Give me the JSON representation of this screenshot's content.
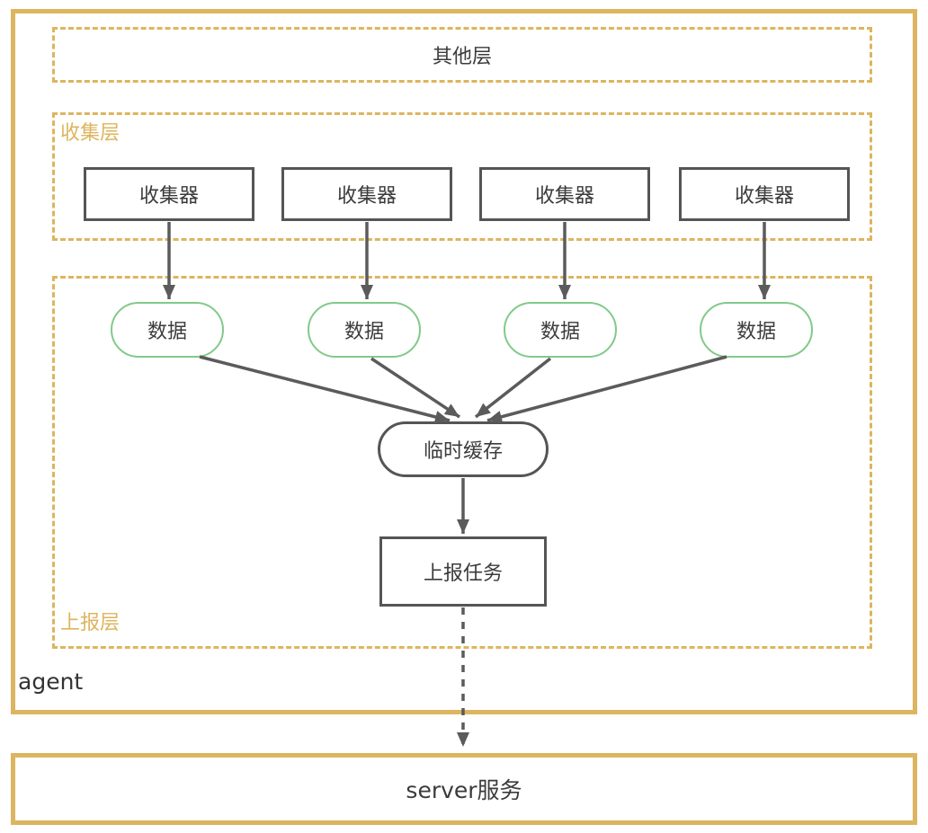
{
  "diagram": {
    "outer_label": "agent",
    "server_box": {
      "label": "server服务"
    },
    "layers": {
      "other": {
        "label": "其他层"
      },
      "collect": {
        "label": "收集层"
      },
      "report": {
        "label": "上报层"
      }
    },
    "node_labels": {
      "collector": "收集器",
      "data": "数据",
      "cache": "临时缓存",
      "task": "上报任务"
    },
    "edges": [
      {
        "from": "collector-1",
        "to": "data-1",
        "style": "solid-arrow"
      },
      {
        "from": "collector-2",
        "to": "data-2",
        "style": "solid-arrow"
      },
      {
        "from": "collector-3",
        "to": "data-3",
        "style": "solid-arrow"
      },
      {
        "from": "collector-4",
        "to": "data-4",
        "style": "solid-arrow"
      },
      {
        "from": "data-1",
        "to": "cache",
        "style": "solid-arrow"
      },
      {
        "from": "data-2",
        "to": "cache",
        "style": "solid-arrow"
      },
      {
        "from": "data-3",
        "to": "cache",
        "style": "solid-arrow"
      },
      {
        "from": "data-4",
        "to": "cache",
        "style": "solid-arrow"
      },
      {
        "from": "cache",
        "to": "task",
        "style": "solid-arrow"
      },
      {
        "from": "task",
        "to": "server",
        "style": "dashed-arrow"
      }
    ],
    "colors": {
      "accent_gold": "#DDB55F",
      "data_node_green": "#82C98A",
      "node_border_gray": "#555555",
      "text_dark": "#3B3B3B",
      "arrow_gray": "#5B5B5B"
    }
  }
}
